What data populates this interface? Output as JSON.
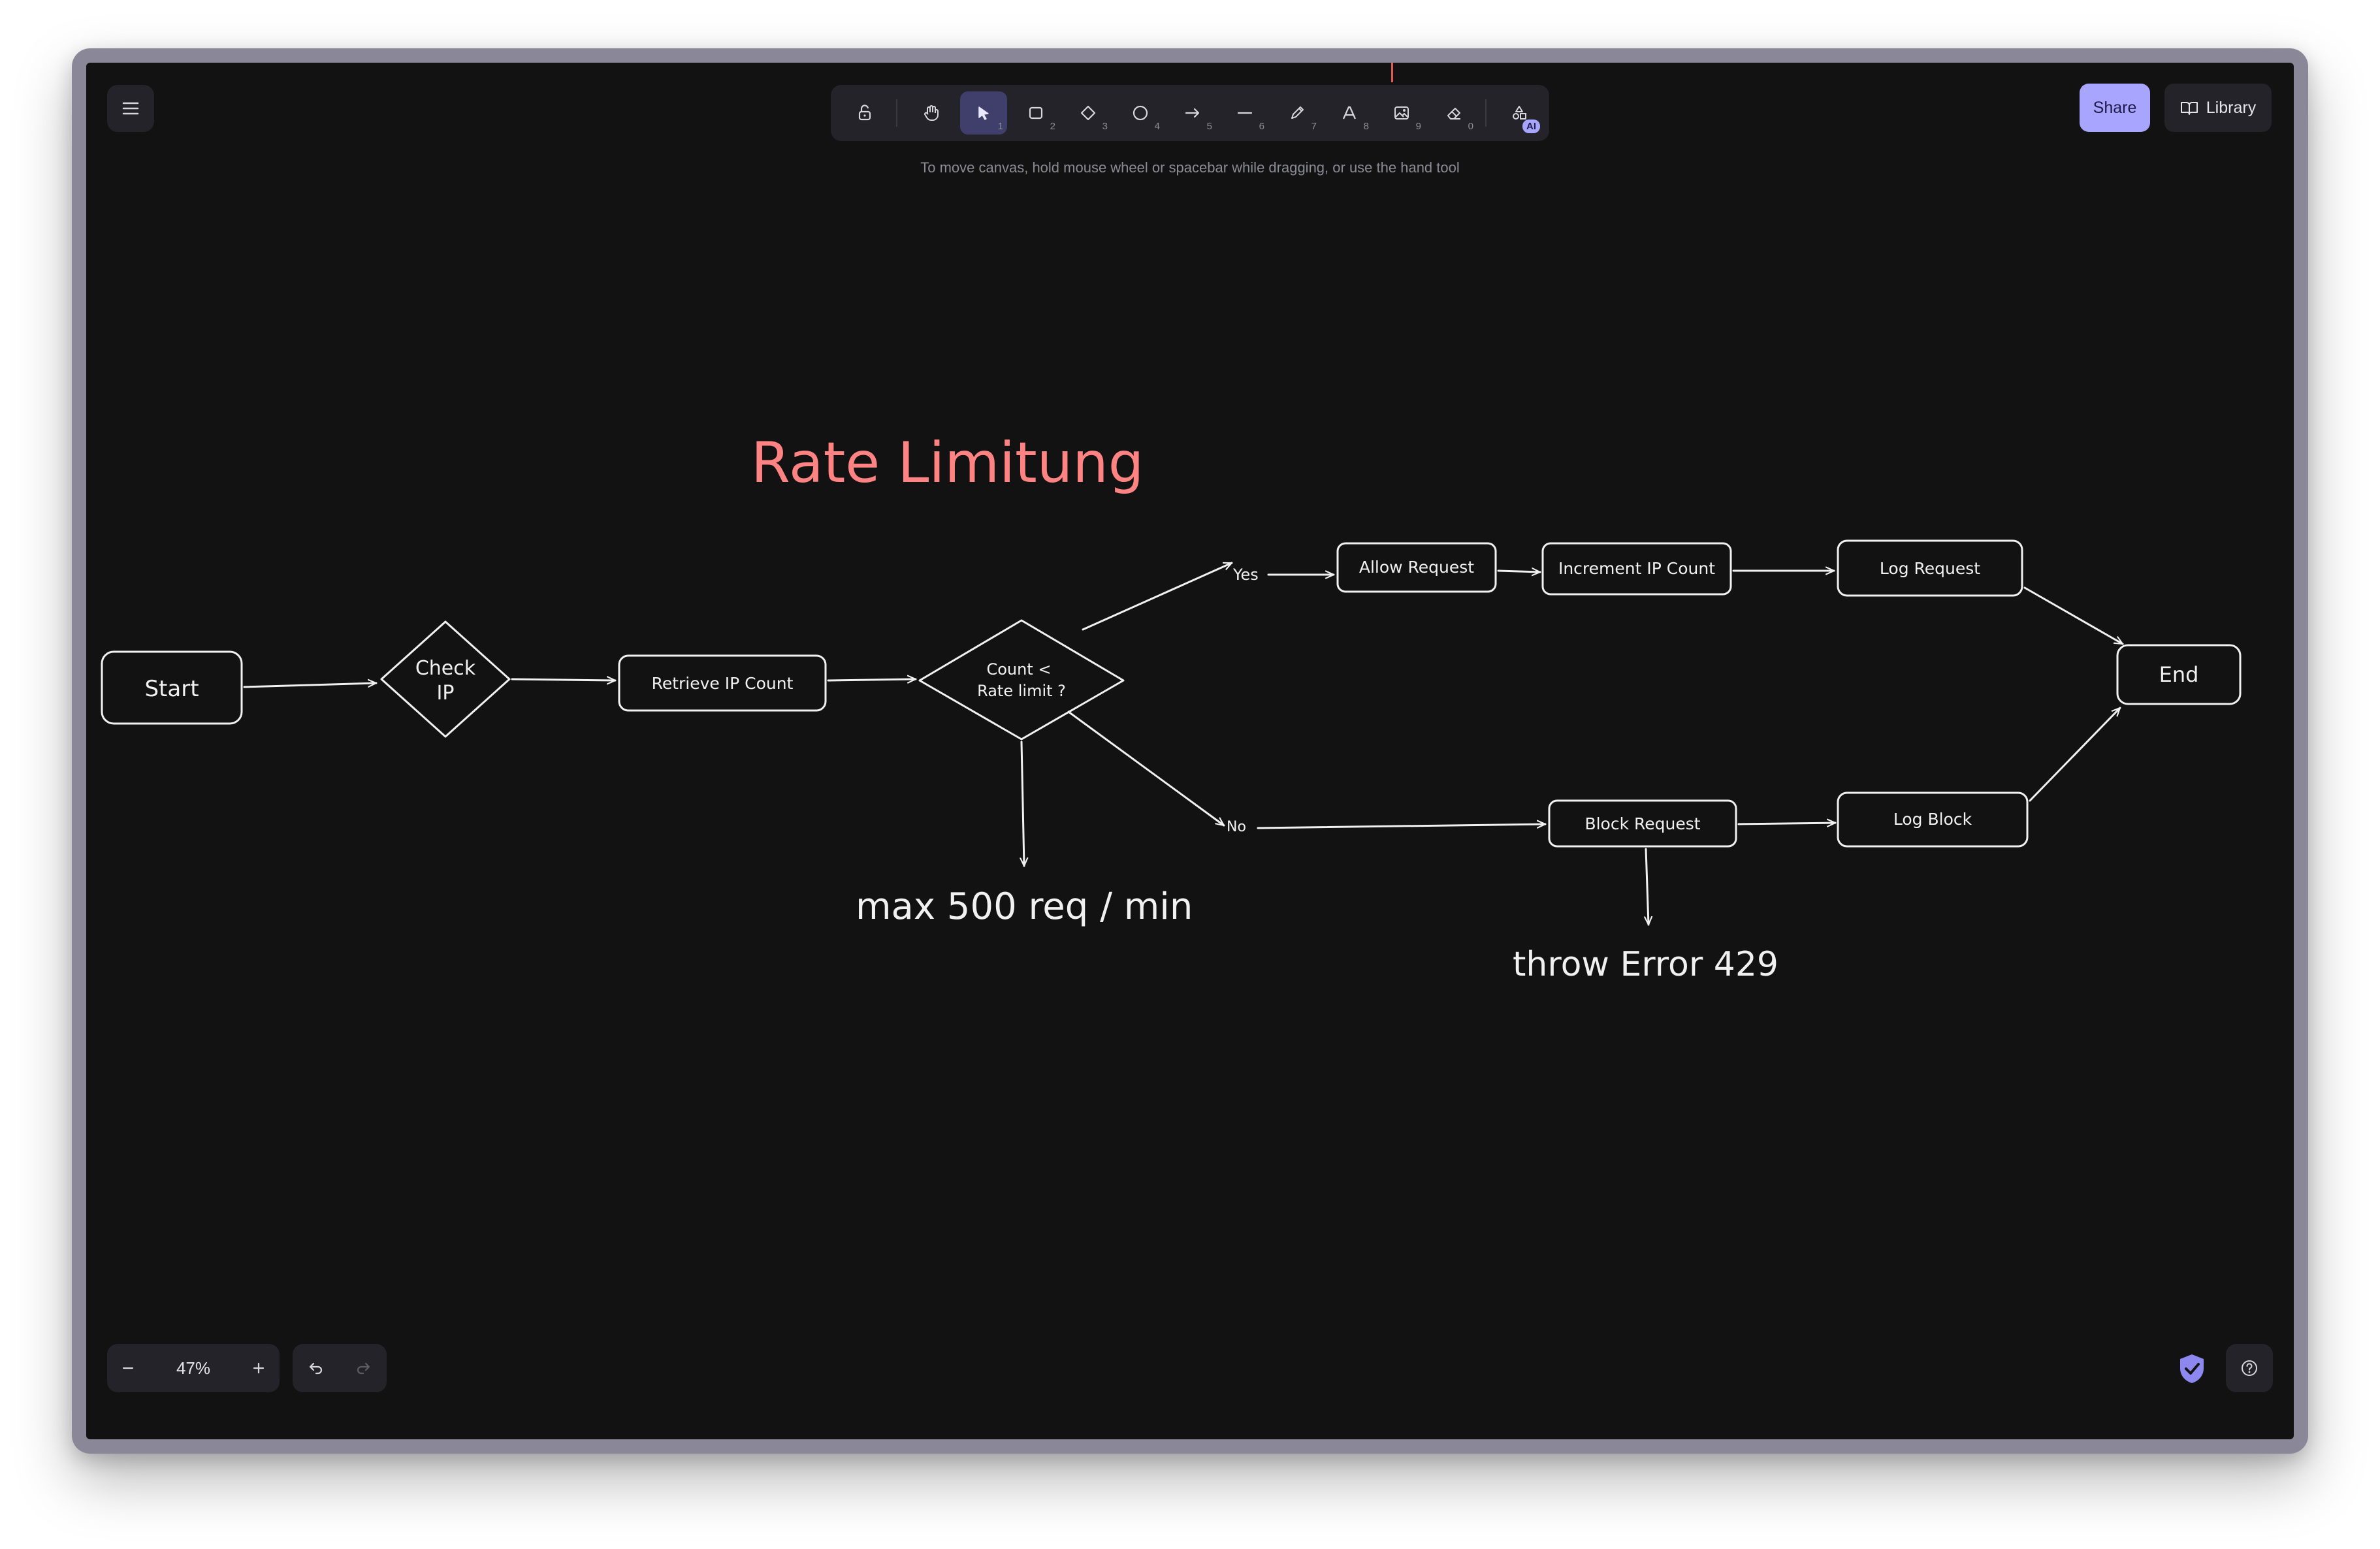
{
  "app": {
    "name": "Excalidraw"
  },
  "toolbar": {
    "tools": [
      {
        "name": "lock",
        "shortcut": ""
      },
      {
        "name": "hand",
        "shortcut": ""
      },
      {
        "name": "selection",
        "shortcut": "1",
        "active": true
      },
      {
        "name": "rectangle",
        "shortcut": "2"
      },
      {
        "name": "diamond",
        "shortcut": "3"
      },
      {
        "name": "ellipse",
        "shortcut": "4"
      },
      {
        "name": "arrow",
        "shortcut": "5"
      },
      {
        "name": "line",
        "shortcut": "6"
      },
      {
        "name": "draw",
        "shortcut": "7"
      },
      {
        "name": "text",
        "shortcut": "8"
      },
      {
        "name": "image",
        "shortcut": "9"
      },
      {
        "name": "eraser",
        "shortcut": "0"
      }
    ],
    "ai_badge": "AI",
    "hint": "To move canvas, hold mouse wheel or spacebar while dragging, or use the hand tool"
  },
  "header": {
    "share_label": "Share",
    "library_label": "Library"
  },
  "footer": {
    "zoom": "47%"
  },
  "colors": {
    "canvas": "#121212",
    "accent": "#a8a5ff",
    "title": "#ff8383",
    "stroke": "#f1f1f1"
  },
  "diagram": {
    "title": "Rate Limitung",
    "nodes": {
      "start": "Start",
      "check_ip_1": "Check",
      "check_ip_2": "IP",
      "retrieve": "Retrieve IP Count",
      "decision_1": "Count <",
      "decision_2": "Rate limit ?",
      "allow": "Allow Request",
      "increment": "Increment IP Count",
      "log_request": "Log Request",
      "end": "End",
      "block": "Block Request",
      "log_block": "Log Block"
    },
    "labels": {
      "yes": "Yes",
      "no": "No",
      "max": "max 500 req / min",
      "error": "throw Error 429"
    }
  }
}
